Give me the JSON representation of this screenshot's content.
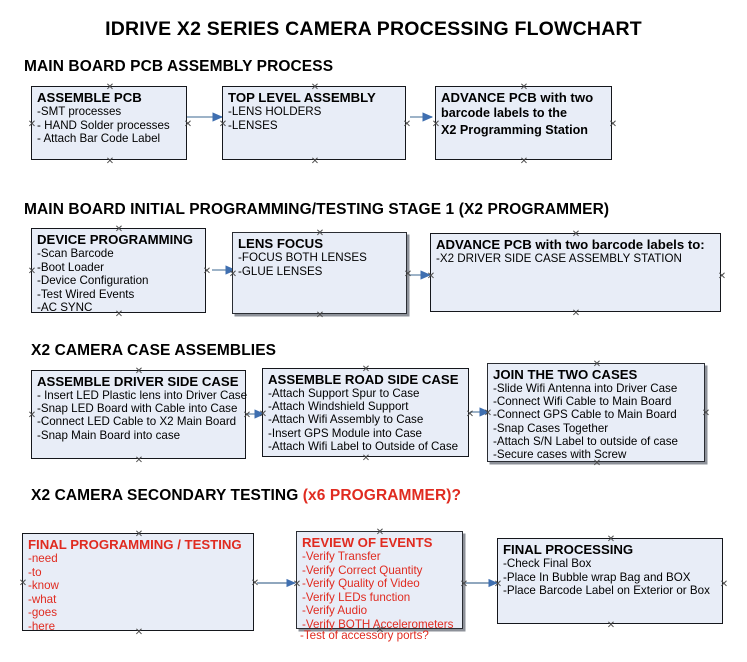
{
  "title": "IDRIVE X2  SERIES CAMERA PROCESSING FLOWCHART",
  "colors": {
    "box_fill": "#e8edf7",
    "box_border": "#15171c",
    "accent_red": "#e02b20",
    "connector_line": "#8fa8c0",
    "connector_arrow": "#3f6fb0",
    "text": "#000000"
  },
  "sections": [
    {
      "heading": "MAIN BOARD PCB ASSEMBLY PROCESS",
      "heading_suffix": "",
      "nodes": [
        {
          "title": "ASSEMBLE PCB",
          "lines": [
            "-SMT processes",
            "- HAND Solder processes",
            "- Attach Bar Code Label"
          ]
        },
        {
          "title": "TOP LEVEL ASSEMBLY",
          "lines": [
            "-LENS HOLDERS",
            "-LENSES"
          ]
        },
        {
          "title": "ADVANCE PCB with two",
          "lines": [
            "barcode labels to the",
            " X2 Programming Station"
          ]
        }
      ]
    },
    {
      "heading": "MAIN BOARD INITIAL PROGRAMMING/TESTING STAGE 1 (X2 PROGRAMMER)",
      "heading_suffix": "",
      "nodes": [
        {
          "title": "DEVICE PROGRAMMING",
          "lines": [
            "-Scan Barcode",
            "-Boot Loader",
            "-Device Configuration",
            "-Test Wired Events",
            "-AC SYNC"
          ]
        },
        {
          "title": "LENS FOCUS",
          "lines": [
            "-FOCUS BOTH LENSES",
            "-GLUE LENSES"
          ]
        },
        {
          "title": "ADVANCE PCB with two barcode labels to:",
          "lines": [
            "-X2 DRIVER  SIDE  CASE  ASSEMBLY STATION"
          ]
        }
      ]
    },
    {
      "heading": "X2 CAMERA CASE ASSEMBLIES",
      "heading_suffix": "",
      "nodes": [
        {
          "title": "ASSEMBLE DRIVER SIDE CASE",
          "lines": [
            "- Insert LED Plastic lens into Driver Case",
            "-Snap LED Board with Cable into Case",
            "-Connect LED Cable to X2 Main Board",
            "-Snap Main Board into case"
          ]
        },
        {
          "title": "ASSEMBLE ROAD SIDE CASE",
          "lines": [
            "-Attach Support Spur to Case",
            "-Attach Windshield Support",
            "-Attach Wifi Assembly to Case",
            "-Insert GPS Module into Case",
            "-Attach Wifi Label to Outside of Case"
          ]
        },
        {
          "title": "JOIN THE TWO CASES",
          "lines": [
            "-Slide Wifi Antenna into Driver Case",
            "-Connect Wifi Cable to Main Board",
            "-Connect GPS Cable to Main Board",
            "-Snap Cases Together",
            "-Attach S/N Label to outside of case",
            "-Secure cases with Screw"
          ]
        }
      ]
    },
    {
      "heading": "X2 CAMERA SECONDARY TESTING ",
      "heading_suffix": "(x6 PROGRAMMER)?",
      "nodes": [
        {
          "title": "FINAL PROGRAMMING / TESTING",
          "lines": [
            "-need",
            "-to",
            "-know",
            "-what",
            "-goes",
            "-here"
          ]
        },
        {
          "title": "REVIEW OF EVENTS",
          "lines": [
            "-Verify Transfer",
            "-Verify Correct Quantity",
            "-Verify Quality of Video",
            "-Verify LEDs function",
            "-Verify Audio",
            "-Verify BOTH Accelerometers"
          ],
          "overflow_line": "-Test of accessory ports?"
        },
        {
          "title": "FINAL PROCESSING",
          "lines": [
            " -Check Final Box",
            "-Place In Bubble wrap Bag and BOX",
            "-Place Barcode Label on Exterior or Box"
          ]
        }
      ]
    }
  ]
}
